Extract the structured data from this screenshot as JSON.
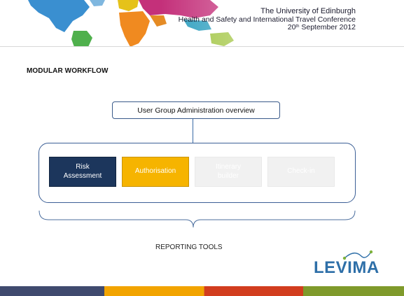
{
  "header": {
    "line1": "The University of Edinburgh",
    "line2": "Health and Safety and International Travel Conference",
    "line3_day": "20",
    "line3_suffix": "th",
    "line3_rest": " September 2012"
  },
  "slide": {
    "title": "MODULAR WORKFLOW",
    "overview_label": "User Group Administration overview",
    "modules": [
      {
        "line1": "Risk",
        "line2": "Assessment",
        "color": "#1c365c"
      },
      {
        "line1": "Authorisation",
        "line2": "",
        "color": "#f6b400"
      },
      {
        "line1": "Itinerary",
        "line2": "builder",
        "color": "#f1f1f1"
      },
      {
        "line1": "Check-in",
        "line2": "",
        "color": "#f1f1f1"
      }
    ],
    "reporting_label": "REPORTING TOOLS"
  },
  "logo": {
    "text": "LEVIMA",
    "color": "#2e6fa8"
  },
  "footer_colors": [
    "#3f4a6e",
    "#f2a400",
    "#e07a17",
    "#d23d1e",
    "#7f9a2b"
  ]
}
